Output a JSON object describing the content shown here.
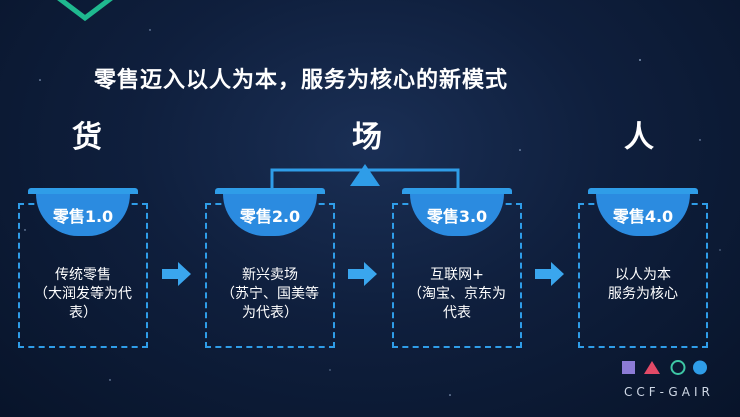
{
  "headline": "零售迈入以人为本，服务为核心的新模式",
  "pillars": [
    "货",
    "场",
    "人"
  ],
  "stages": [
    {
      "badge": "零售1.0",
      "lines": [
        "传统零售",
        "（大润发等为代",
        "表）"
      ]
    },
    {
      "badge": "零售2.0",
      "lines": [
        "新兴卖场",
        "（苏宁、国美等",
        "为代表）"
      ]
    },
    {
      "badge": "零售3.0",
      "lines": [
        "互联网+",
        "（淘宝、京东为",
        "代表"
      ]
    },
    {
      "badge": "零售4.0",
      "lines": [
        "以人为本",
        "服务为核心",
        ""
      ]
    }
  ],
  "logo": {
    "text": "CCF-GAIR",
    "colors": [
      "#8c7bd6",
      "#e24a67",
      "#3ec7a5",
      "#2f9de8"
    ]
  },
  "colors": {
    "accent": "#2b8be0",
    "dash": "#2f9de8",
    "arrow": "#3aa6ee",
    "logo_v": "#1fb98f"
  }
}
